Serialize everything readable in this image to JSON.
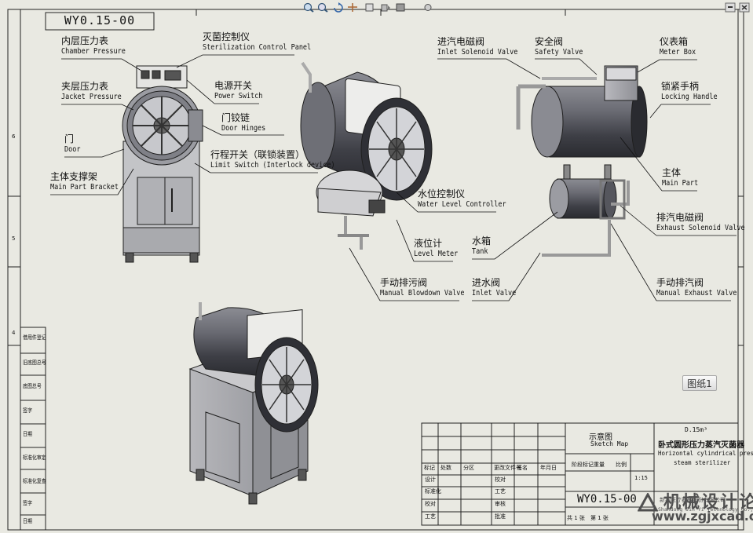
{
  "drawing": {
    "title_box": "WY0.15-00",
    "labels": [
      {
        "id": "chamber-pressure",
        "cn": "内层压力表",
        "en": "Chamber Pressure"
      },
      {
        "id": "sterilization-panel",
        "cn": "灭菌控制仪",
        "en": "Sterilization Control Panel"
      },
      {
        "id": "jacket-pressure",
        "cn": "夹层压力表",
        "en": "Jacket Pressure"
      },
      {
        "id": "power-switch",
        "cn": "电源开关",
        "en": "Power Switch"
      },
      {
        "id": "door-hinges",
        "cn": "门铰链",
        "en": "Door Hinges"
      },
      {
        "id": "door",
        "cn": "门",
        "en": "Door"
      },
      {
        "id": "limit-switch",
        "cn": "行程开关（联锁装置）",
        "en": "Limit Switch (Interlock device)"
      },
      {
        "id": "main-bracket",
        "cn": "主体支撑架",
        "en": "Main Part Bracket"
      },
      {
        "id": "inlet-solenoid",
        "cn": "进汽电磁阀",
        "en": "Inlet Solenoid Valve"
      },
      {
        "id": "safety-valve",
        "cn": "安全阀",
        "en": "Safety Valve"
      },
      {
        "id": "meter-box",
        "cn": "仪表箱",
        "en": "Meter Box"
      },
      {
        "id": "locking-handle",
        "cn": "锁紧手柄",
        "en": "Locking Handle"
      },
      {
        "id": "main-part",
        "cn": "主体",
        "en": "Main Part"
      },
      {
        "id": "water-level",
        "cn": "水位控制仪",
        "en": "Water Level Controller"
      },
      {
        "id": "exhaust-solenoid",
        "cn": "排汽电磁阀",
        "en": "Exhaust Solenoid Valve"
      },
      {
        "id": "level-meter",
        "cn": "液位计",
        "en": "Level Meter"
      },
      {
        "id": "tank",
        "cn": "水箱",
        "en": "Tank"
      },
      {
        "id": "manual-exhaust",
        "cn": "手动排汽阀",
        "en": "Manual Exhaust Valve"
      },
      {
        "id": "inlet-valve",
        "cn": "进水阀",
        "en": "Inlet Valve"
      },
      {
        "id": "manual-blowdown",
        "cn": "手动排污阀",
        "en": "Manual Blowdown Valve"
      }
    ],
    "left_block": {
      "rows": [
        "借用件登记",
        "旧底图总号",
        "底图总号",
        "签字",
        "日期",
        "标准化审定",
        "标准化复查",
        "签字",
        "日期"
      ],
      "zone_marks": [
        "6",
        "5",
        "4"
      ]
    },
    "title_block": {
      "sketch_cn": "示意图",
      "sketch_en": "Sketch Map",
      "product_model": "D.15m³",
      "product_cn": "卧式圆形压力蒸汽灭菌器",
      "product_en_1": "Horizontal cylindrical pressure",
      "product_en_2": "steam sterilizer",
      "marks_header": [
        "标记",
        "处数",
        "分区",
        "更改文件号",
        "签名",
        "年月日"
      ],
      "sig_rows": [
        "设计",
        "标准化",
        "校对",
        "工艺",
        "审核",
        "批准"
      ],
      "sig_labels": [
        "标准化",
        "",
        "",
        "",
        ""
      ],
      "stage_header": [
        "阶段标记",
        "重量",
        "比例"
      ],
      "scale": "1:15",
      "drawing_number": "WY0.15-00",
      "sheet_info": [
        "共 1 张",
        "第 1 张"
      ],
      "company": "新华医疗器械股份有限公司",
      "company_en": "Shandong Jin Yi Technology Co., Ltd"
    },
    "sheet_tab": "图纸1",
    "watermark_cn": "机械设计论坛",
    "watermark_url": "www.zgjxcad.com"
  },
  "colors": {
    "paper": "#e9e9e2",
    "line": "#222222",
    "metal_dark": "#5d5f68",
    "metal_light": "#c9c9cc",
    "panel_white": "#f2f2f0"
  }
}
